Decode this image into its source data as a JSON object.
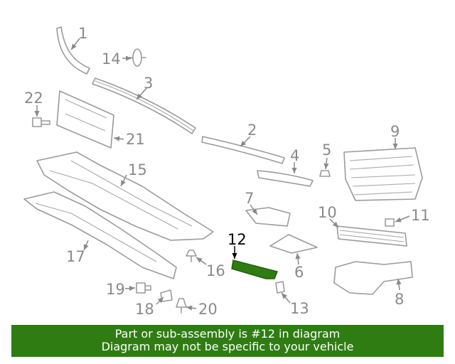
{
  "callouts": {
    "c1": "1",
    "c2": "2",
    "c3": "3",
    "c4": "4",
    "c5": "5",
    "c6": "6",
    "c7": "7",
    "c8": "8",
    "c9": "9",
    "c10": "10",
    "c11": "11",
    "c12": "12",
    "c13": "13",
    "c14": "14",
    "c15": "15",
    "c16": "16",
    "c17": "17",
    "c18": "18",
    "c19": "19",
    "c20": "20",
    "c21": "21",
    "c22": "22"
  },
  "highlight": {
    "part": "12",
    "color": "#2f7d12"
  },
  "banner": {
    "line1": "Part or sub-assembly is #12 in diagram",
    "line2": "Diagram may not be specific to your vehicle",
    "background": "#2f7d12"
  }
}
